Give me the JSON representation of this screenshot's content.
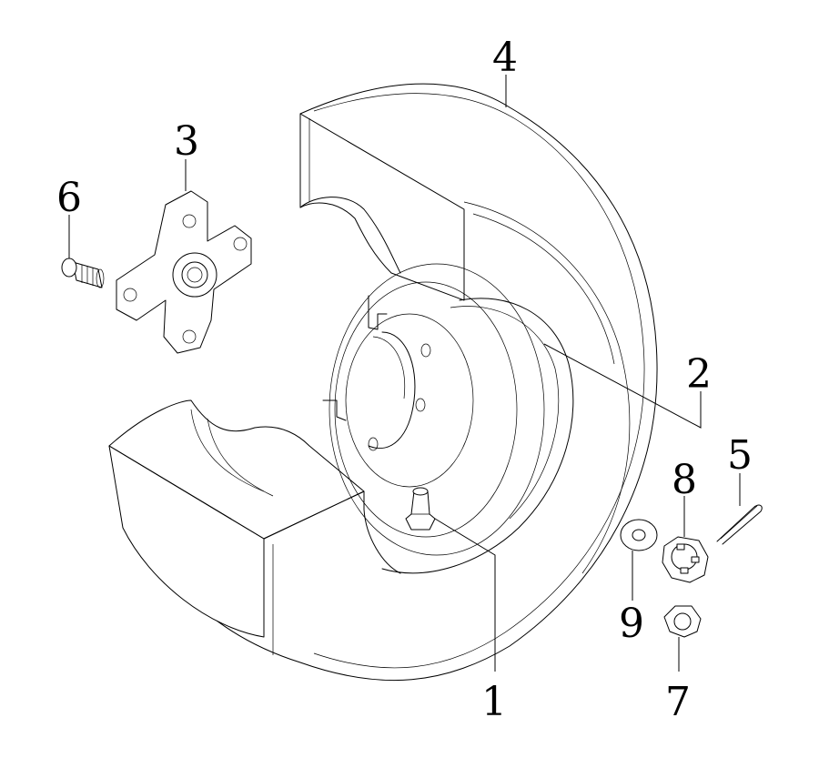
{
  "diagram": {
    "callouts": [
      {
        "id": "1",
        "part": "valve"
      },
      {
        "id": "2",
        "part": "rim"
      },
      {
        "id": "3",
        "part": "hub"
      },
      {
        "id": "4",
        "part": "tire"
      },
      {
        "id": "5",
        "part": "cotter-pin"
      },
      {
        "id": "6",
        "part": "wheel-bolt"
      },
      {
        "id": "7",
        "part": "flange-nut"
      },
      {
        "id": "8",
        "part": "castle-nut"
      },
      {
        "id": "9",
        "part": "washer"
      }
    ]
  }
}
